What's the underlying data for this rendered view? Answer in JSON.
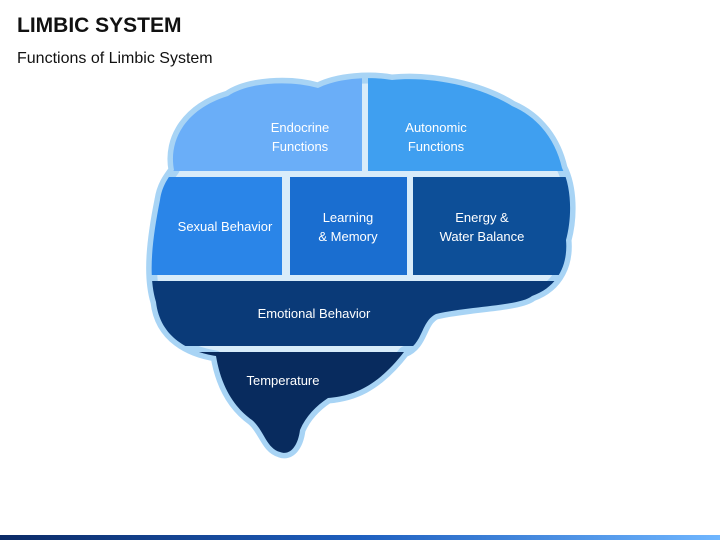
{
  "slide": {
    "title": "LIMBIC SYSTEM",
    "subtitle": "Functions of Limbic System"
  },
  "regions": {
    "endocrine": {
      "lines": [
        "Endocrine",
        "Functions"
      ],
      "color": "#6aaef8"
    },
    "autonomic": {
      "lines": [
        "Autonomic",
        "Functions"
      ],
      "color": "#3f9ff0"
    },
    "sexual": {
      "lines": [
        "Sexual Behavior"
      ],
      "color": "#2a85e8"
    },
    "learning": {
      "lines": [
        "Learning",
        "& Memory"
      ],
      "color": "#1a6ed0"
    },
    "energy": {
      "lines": [
        "Energy &",
        "Water Balance"
      ],
      "color": "#0d4f98"
    },
    "emotional": {
      "lines": [
        "Emotional Behavior"
      ],
      "color": "#0a3a78"
    },
    "temperature": {
      "lines": [
        "Temperature"
      ],
      "color": "#082b5e"
    }
  },
  "outline_color": "#a8d4f5",
  "gap_color": "#d8ecfa"
}
